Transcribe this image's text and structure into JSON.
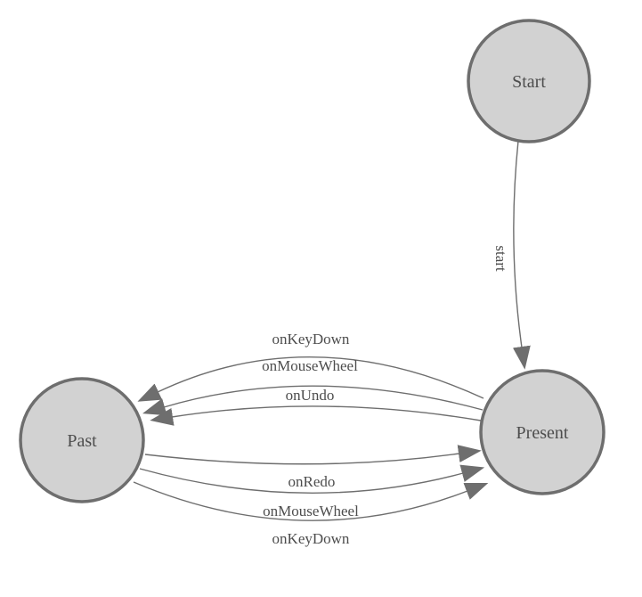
{
  "diagram": {
    "type": "state-machine",
    "background_color": "#ffffff",
    "node_fill_color": "#d2d2d2",
    "node_border_color": "#6e6e6e",
    "edge_color": "#6e6e6e",
    "arrowhead_color": "#6e6e6e",
    "text_color": "#4d4d4d",
    "nodes": [
      {
        "id": "start",
        "label": "Start"
      },
      {
        "id": "past",
        "label": "Past"
      },
      {
        "id": "present",
        "label": "Present"
      }
    ],
    "edges": [
      {
        "from": "Start",
        "to": "Present",
        "label": "start"
      },
      {
        "from": "Present",
        "to": "Past",
        "label": "onKeyDown"
      },
      {
        "from": "Present",
        "to": "Past",
        "label": "onMouseWheel"
      },
      {
        "from": "Present",
        "to": "Past",
        "label": "onUndo"
      },
      {
        "from": "Past",
        "to": "Present",
        "label": "onRedo"
      },
      {
        "from": "Past",
        "to": "Present",
        "label": "onMouseWheel"
      },
      {
        "from": "Past",
        "to": "Present",
        "label": "onKeyDown"
      }
    ]
  }
}
